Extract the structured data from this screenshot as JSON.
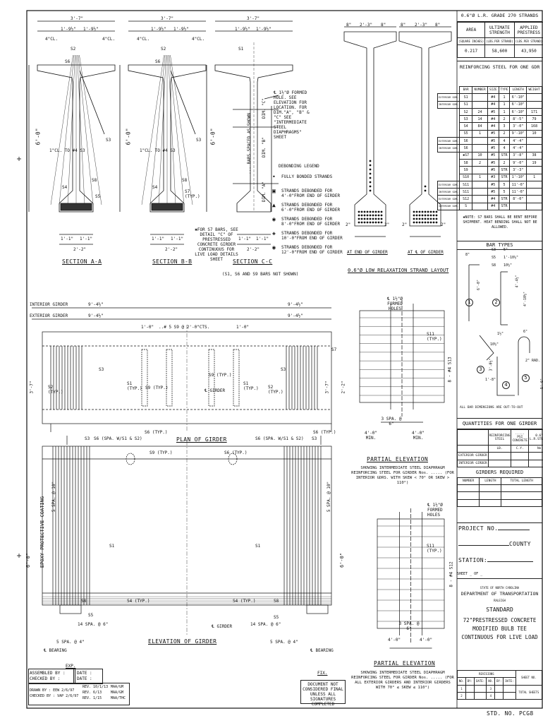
{
  "strands": {
    "title": "0.6\"Ø L.R. GRADE 270 STRANDS",
    "headers": [
      "AREA",
      "ULTIMATE STRENGTH",
      "APPLIED PRESTRESS"
    ],
    "units": [
      "(SQUARE INCHES)",
      "(LBS.PER STRAND)",
      "(LBS.PER STRAND)"
    ],
    "values": [
      "0.217",
      "58,600",
      "43,950"
    ]
  },
  "reinforcing": {
    "title": "REINFORCING STEEL FOR ONE GDR",
    "headers": [
      "BAR",
      "NUMBER",
      "SIZE",
      "TYPE",
      "LENGTH",
      "WEIGHT"
    ],
    "rows": [
      {
        "side": "EXTERIOR GDR.",
        "c": [
          "S1",
          "",
          "#4",
          "1",
          "6'-10\"",
          ""
        ]
      },
      {
        "side": "INTERIOR GDR.",
        "c": [
          "S1",
          "",
          "#4",
          "1",
          "6'-10\"",
          ""
        ]
      },
      {
        "side": "",
        "c": [
          "S2",
          "24",
          "#5",
          "1",
          "6'-10\"",
          "171"
        ]
      },
      {
        "side": "",
        "c": [
          "S3",
          "14",
          "#4",
          "2",
          "8'-5\"",
          "79"
        ]
      },
      {
        "side": "",
        "c": [
          "S4",
          "84",
          "#4",
          "3",
          "3'-0\"",
          "168"
        ]
      },
      {
        "side": "",
        "c": [
          "S5",
          "1",
          "#5",
          "2",
          "9'-10\"",
          "10"
        ]
      },
      {
        "side": "EXTERIOR GDR.",
        "c": [
          "S6",
          "",
          "#5",
          "4",
          "4'-4\"",
          ""
        ]
      },
      {
        "side": "INTERIOR GDR.",
        "c": [
          "S6",
          "",
          "#5",
          "4",
          "4'-4\"",
          ""
        ]
      },
      {
        "side": "",
        "c": [
          "✱S7",
          "10",
          "#5",
          "STR",
          "3'-8\"",
          "38"
        ]
      },
      {
        "side": "",
        "c": [
          "S8",
          "2",
          "#5",
          "2",
          "9'-0\"",
          "19"
        ]
      },
      {
        "side": "",
        "c": [
          "S9",
          "",
          "#5",
          "STR",
          "3'-3\"",
          ""
        ]
      },
      {
        "side": "",
        "c": [
          "S10",
          "1",
          "#3",
          "STR",
          "1'-10\"",
          "1"
        ]
      },
      {
        "side": "EXTERIOR GDR.",
        "c": [
          "S11",
          "",
          "#5",
          "5",
          "11'-6\"",
          ""
        ]
      },
      {
        "side": "INTERIOR GDR.",
        "c": [
          "S11",
          "",
          "#5",
          "5",
          "11'-6\"",
          ""
        ]
      },
      {
        "side": "EXTERIOR GDR.",
        "c": [
          "S12",
          "",
          "#4",
          "STR",
          "8'-0\"",
          ""
        ]
      },
      {
        "side": "INTERIOR GDR.",
        "c": [
          "S",
          "",
          "#4",
          "STR",
          "",
          ""
        ]
      }
    ],
    "note": "✱NOTE: S7 BARS SHALL BE BENT BEFORE SHIPMENT. HEAT BENDING SHALL NOT BE ALLOWED."
  },
  "bar_types": {
    "title": "BAR TYPES",
    "labels": [
      "8\"",
      "S3",
      "5\"",
      "S5",
      "1'-10½\"",
      "S8",
      "10½\"",
      "6'-0\"",
      "4'-4½\"",
      "4'-10½\"",
      "1'-8\"",
      "3'-0½\"",
      "2\" RAD.",
      "5'-6\"",
      "6\"",
      "1½\"",
      "10½\""
    ],
    "types": [
      "1",
      "2",
      "3",
      "4",
      "5"
    ],
    "note": "ALL BAR DIMENSIONS ARE OUT-TO-OUT"
  },
  "quantities": {
    "title": "QUANTITIES FOR ONE GIRDER",
    "headers": [
      "REINFORCING STEEL",
      "..... PSI CONCRETE",
      "0.6\"Ø L.R.STRANDS"
    ],
    "units": [
      "LB.",
      "C.Y.",
      "No."
    ],
    "rows": [
      "EXTERIOR GIRDER",
      "INTERIOR GIRDER"
    ]
  },
  "girders_required": {
    "title": "GIRDERS REQUIRED",
    "headers": [
      "NUMBER",
      "LENGTH",
      "TOTAL LENGTH"
    ]
  },
  "title_block": {
    "project": "PROJECT NO.",
    "county": "COUNTY",
    "station": "STATION:",
    "sheet": "SHEET _ OF _",
    "state": "STATE OF NORTH CAROLINA",
    "dept": "DEPARTMENT OF TRANSPORTATION",
    "city": "RALEIGH",
    "standard": "STANDARD",
    "title1": "72\"PRESTRESSED CONCRETE",
    "title2": "MODIFIED BULB TEE",
    "title3": "CONTINUOUS FOR LIVE LOAD",
    "revisions": "REVISIONS",
    "sheet_no": "SHEET NO.",
    "rev_headers": [
      "NO.",
      "BY:",
      "DATE:",
      "NO.",
      "BY:",
      "DATE:"
    ],
    "rev_nums": [
      "1",
      "2",
      "3",
      "4"
    ],
    "total": "TOTAL SHEETS",
    "std_no": "STD. NO. PCG8"
  },
  "signoff": {
    "assembled": "ASSEMBLED BY :",
    "checked": "CHECKED BY :",
    "date": "DATE :",
    "drawn": "DRAWN BY : EEW 2/6/97",
    "checked2": "CHECKED BY : VAP 2/6/97",
    "revs": [
      "REV. 10/1/13",
      "REV. 6/13",
      "REV. 1/15"
    ],
    "revby": [
      "MAA/GM",
      "MAA/GM",
      "MAA/THC"
    ],
    "final_note": "DOCUMENT NOT CONSIDERED FINAL UNLESS ALL SIGNATURES COMPLETED"
  },
  "legend": {
    "title": "DEBONDING LEGEND",
    "items": [
      "FULLY BONDED STRANDS",
      "STRANDS DEBONDED FOR 4'-0\"FROM END OF GIRDER",
      "STRANDS DEBONDED FOR 6'-0\"FROM END OF GIRDER",
      "STRANDS DEBONDED FOR 8'-0\"FROM END OF GIRDER",
      "STRANDS DEBONDED FOR 10'-0\"FROM END OF GIRDER",
      "STRANDS DEBONDED FOR 12'-0\"FROM END OF GIRDER"
    ],
    "s7_note": "✱FOR S7 BARS, SEE DETAIL \"C\" OF PRESTRESSED CONCRETE GIRDER CONTINUOUS FOR LIVE LOAD DETAILS SHEET",
    "not_shown": "(S1, S6 AND S9 BARS NOT SHOWN)"
  },
  "sections": {
    "a": "SECTION A-A",
    "b": "SECTION B-B",
    "c": "SECTION C-C",
    "top_dim": "3'-7\"",
    "half_dim": "1'-9½\"",
    "cl": "4\"CL.",
    "height": "6'-0\"",
    "bottom_dim": "2'-2\"",
    "half_bottom": "1'-1\"",
    "hole_note": "℄ 1½\"Ø FORMED HOLE. SEE ELEVATION FOR LOCATION. FOR DIM.\"A\", \"B\" & \"C\" SEE \"INTERMEDIATE STEEL DIAPHRAGMS\" SHEET",
    "cl_s3": "1\"CL. TO #4 S3",
    "bars": [
      "S1",
      "S2",
      "S6",
      "S3",
      "S4",
      "S5",
      "S8",
      "S7 (TYP.)"
    ],
    "spaced": "... BARS SPACED AS SHOWN",
    "dims": [
      "DIM. \"A\"",
      "DIM. \"B\"",
      "DIM. \"C\""
    ]
  },
  "strand_layout": {
    "title": "0.6\"Ø LOW RELAXATION STRAND LAYOUT",
    "end": "AT END OF GIRDER",
    "mid": "AT ℄ OF GIRDER",
    "dims": [
      "8\"",
      "2'-3\"",
      "2\""
    ]
  },
  "plan": {
    "title": "PLAN OF GIRDER",
    "interior": "INTERIOR GIRDER",
    "exterior": "EXTERIOR GIRDER",
    "dim1": "9'-4½\"",
    "s9_spacing": "..# 5 S9 @ 2'-0\"CTS.",
    "one_ft": "1'-0\"",
    "labels": [
      "S3",
      "S1 (TYP.)",
      "S9 (TYP.)",
      "℄ GIRDER",
      "S2 (TYP.)",
      "S6 (TYP.)",
      "S7",
      "2'-2\"",
      "3'-7\""
    ]
  },
  "elevation": {
    "title": "ELEVATION OF GIRDER",
    "labels": [
      "S3",
      "S6 (SPA. W/S1 & S2)",
      "S9 (TYP.)",
      "S6 (TYP.)",
      "S1",
      "S2",
      "S4 (TYP.)",
      "S8",
      "S5",
      "℄ GIRDER",
      "5 SPA. @ 4\"",
      "14 SPA. @ 6\"",
      "5 SPA. @ 10\"",
      "6'-0\"",
      "℄ BEARING"
    ],
    "coating": "EPOXY PROTECTIVE COATING",
    "exp": "EXP.",
    "fix": "FIX."
  },
  "partial1": {
    "title": "PARTIAL ELEVATION",
    "note": "SHOWING INTERMEDIATE STEEL DIAPHRAGM REINFORCING STEEL FOR GIRDER Nos. ..... (FOR INTERIOR GDRS. WITH SKEW < 70° OR SKEW > 110°)",
    "labels": [
      "℄ 1½\"Ø FORMED HOLES",
      "S11 (TYP.)",
      "8 - #4 S13",
      "3 SPA. @ 6\"",
      "4'-0\" MIN.",
      "C"
    ]
  },
  "partial2": {
    "title": "PARTIAL ELEVATION",
    "note": "SHOWING INTERMEDIATE STEEL DIAPHRAGM REINFORCING STEEL FOR GIRDER Nos. ..... (FOR ALL EXTERIOR GIRDERS AND INTERIOR GIRDERS WITH 70° ≤ SKEW ≤ 110°)",
    "labels": [
      "℄ 1½\"Ø FORMED HOLES",
      "S11 (TYP.)",
      "8 - #4 S12",
      "3 SPA. @ 6\"",
      "4'-0\""
    ]
  }
}
